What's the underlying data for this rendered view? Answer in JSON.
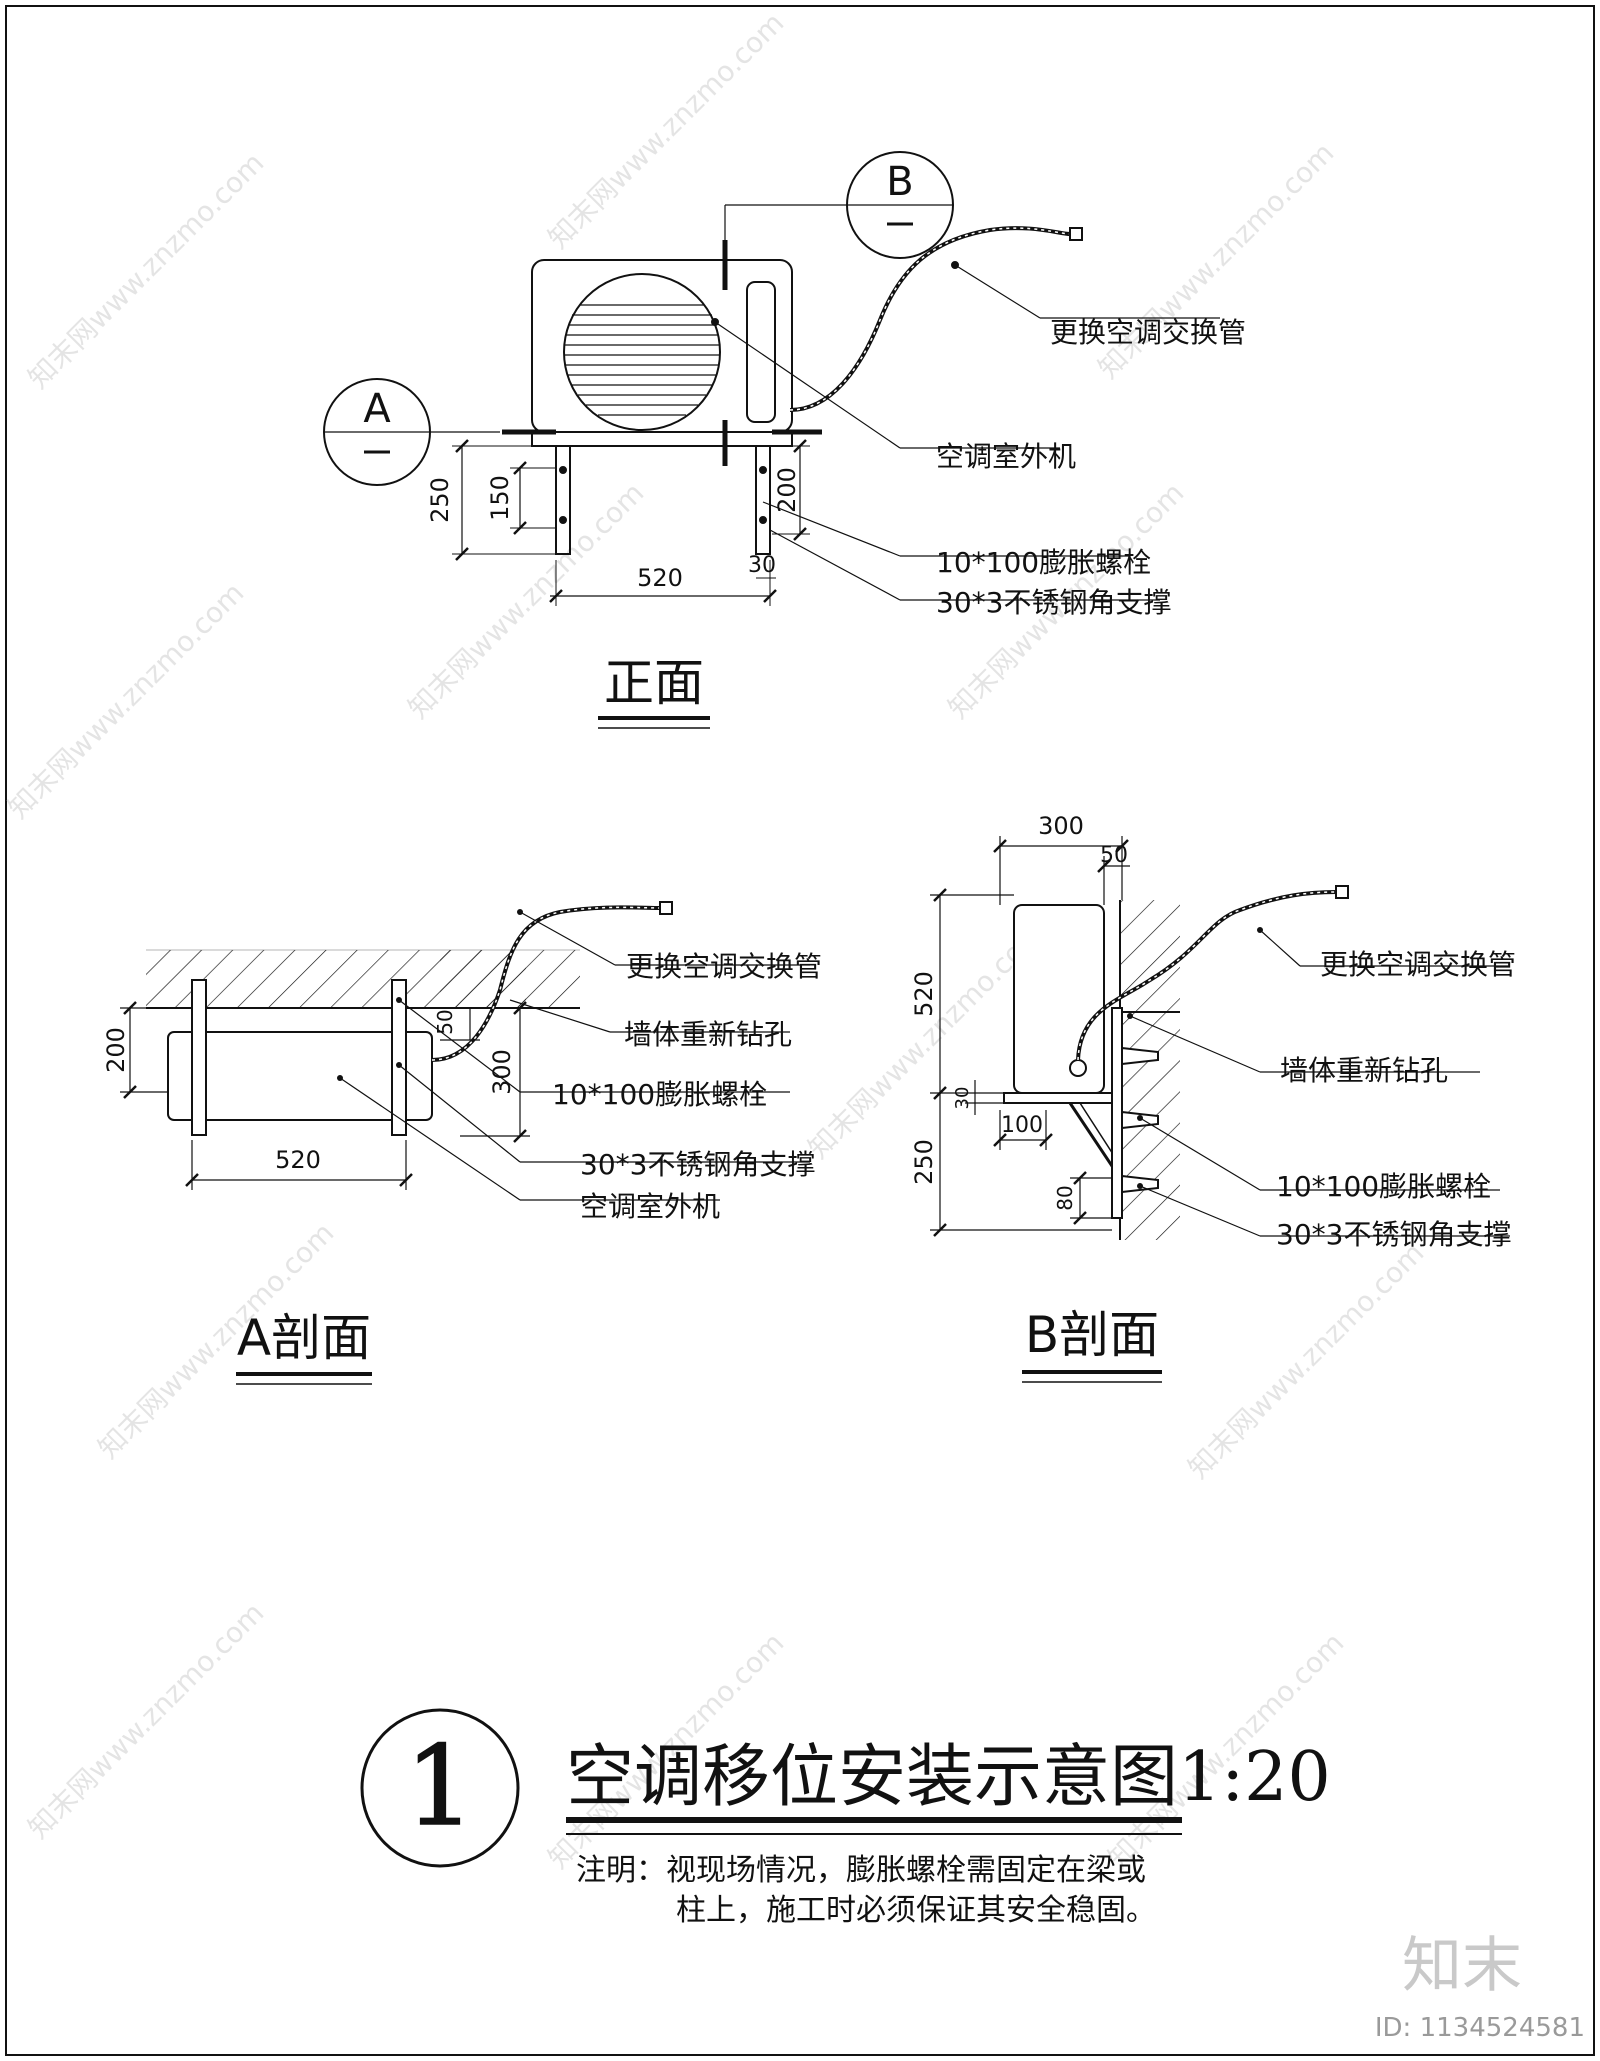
{
  "sheet": {
    "main_title": "空调移位安装示意图1:20",
    "detail_number": "1",
    "note_line1": "注明：视现场情况，膨胀螺栓需固定在梁或",
    "note_line2": "柱上，施工时必须保证其安全稳固。",
    "brand_mark": "知末",
    "image_id": "ID: 1134524581",
    "watermark": "知末网www.znzmo.com"
  },
  "front_view": {
    "title": "正面",
    "marker_a": "A",
    "marker_b": "B",
    "dims": {
      "d250": "250",
      "d150": "150",
      "d200": "200",
      "d520": "520",
      "d30": "30"
    },
    "labels": {
      "pipe": "更换空调交换管",
      "unit": "空调室外机",
      "bolt": "10*100膨胀螺栓",
      "bracket": "30*3不锈钢角支撑"
    }
  },
  "section_a": {
    "title": "A剖面",
    "dims": {
      "d200": "200",
      "d520": "520",
      "d50": "50",
      "d300": "300"
    },
    "labels": {
      "pipe": "更换空调交换管",
      "drill": "墙体重新钻孔",
      "bolt": "10*100膨胀螺栓",
      "bracket": "30*3不锈钢角支撑",
      "unit": "空调室外机"
    }
  },
  "section_b": {
    "title": "B剖面",
    "dims": {
      "d300": "300",
      "d50": "50",
      "d520": "520",
      "d30": "30",
      "d100": "100",
      "d250": "250",
      "d80": "80"
    },
    "labels": {
      "pipe": "更换空调交换管",
      "drill": "墙体重新钻孔",
      "bolt": "10*100膨胀螺栓",
      "bracket": "30*3不锈钢角支撑"
    }
  }
}
